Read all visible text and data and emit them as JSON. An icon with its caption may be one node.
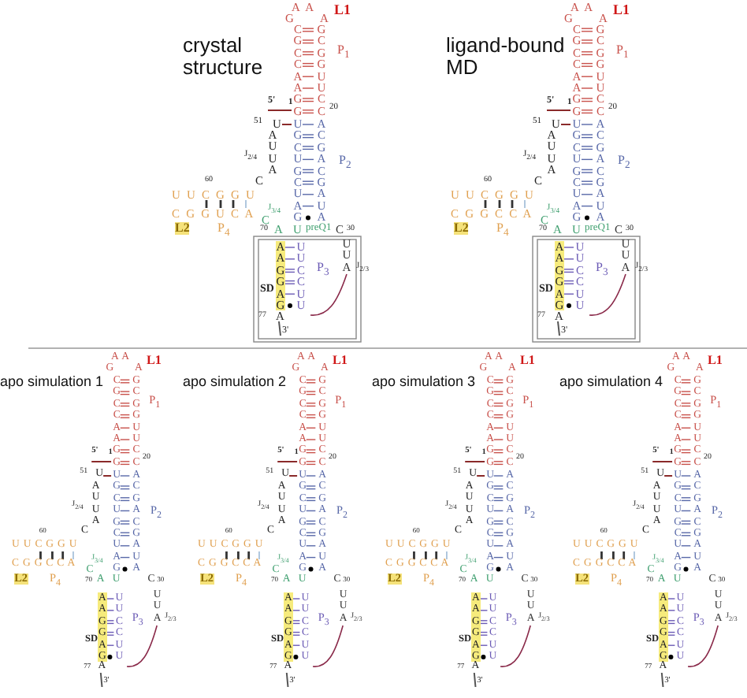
{
  "diagram": {
    "labels": [
      "crystal structure",
      "A A",
      "G",
      "A",
      "L1",
      "C G C C A A G G",
      "G C G G U U C C",
      "P$_{1}$",
      "5'",
      "1",
      "20",
      "51",
      "U",
      "A U U A",
      "C",
      "J$_{2/4}$",
      "U G C U G C U A G",
      "A C G A C G A U A",
      "P$_{2}$",
      "60",
      "U U C G G U",
      "C G G U C A",
      "L2",
      "P$_{4}$",
      "C",
      "J$_{3/4}$",
      "70",
      "A",
      "U",
      "C",
      "30",
      "U U A",
      "J$_{2/3}$",
      "A A G G A G",
      "U U C C U U",
      "P$_{3}$",
      "SD",
      "77",
      "A",
      "3'",
      "preQ1",
      "ligand-bound MD",
      "A A",
      "G",
      "A",
      "L1",
      "C G C C A A G G",
      "G C G G U U C C",
      "P$_{1}$",
      "5'",
      "1",
      "20",
      "51",
      "U",
      "A U U A",
      "C",
      "J$_{2/4}$",
      "U G C U G C U A G",
      "A C G A C G A U A",
      "P$_{2}$",
      "60",
      "U U C G G U",
      "C G G C C A",
      "L2",
      "P$_{4}$",
      "C",
      "J$_{3/4}$",
      "70",
      "A",
      "U",
      "C",
      "30",
      "U U A",
      "J$_{2/3}$",
      "A A G G A G",
      "U U C C U U",
      "P$_{3}$",
      "SD",
      "77",
      "A",
      "3'",
      "preQ1",
      "apo simulation 1",
      "A A",
      "G",
      "A",
      "L1",
      "C G C C A A G G",
      "G C G G U U C C",
      "P$_{1}$",
      "5'",
      "1",
      "20",
      "51",
      "U",
      "A U U A",
      "C",
      "J$_{2/4}$",
      "U G C U G C U A G",
      "A C G A C G A U A",
      "P$_{2}$",
      "60",
      "U U C G G U",
      "C G G C C A",
      "L2",
      "P$_{4}$",
      "C",
      "J$_{3/4}$",
      "70",
      "A",
      "U",
      "C",
      "30",
      "U U A",
      "J$_{2/3}$",
      "A A G G A G",
      "U U C C U U",
      "P$_{3}$",
      "SD",
      "77",
      "A",
      "3'",
      "apo simulation 2",
      "A A",
      "G",
      "A",
      "L1",
      "C G C C A A G G",
      "G C G G U U C C",
      "P$_{1}$",
      "5'",
      "1",
      "20",
      "51",
      "U",
      "A U U A",
      "C",
      "J$_{2/4}$",
      "U G C U G C U A G",
      "A C G A C G A U A",
      "P$_{2}$",
      "60",
      "U U C G G U",
      "C G G C C A",
      "L2",
      "P$_{4}$",
      "C",
      "J$_{3/4}$",
      "70",
      "A",
      "U",
      "C",
      "30",
      "U U A",
      "J$_{2/3}$",
      "A A G G A G",
      "U U C C U U",
      "P$_{3}$",
      "SD",
      "77",
      "A",
      "3'",
      "apo simulation 3",
      "A A",
      "G",
      "A",
      "L1",
      "C G C C A A G G",
      "G C G G U U C C",
      "P$_{1}$",
      "5'",
      "1",
      "20",
      "51",
      "U",
      "A U U A",
      "C",
      "J$_{2/4}$",
      "U G C U G C U A G",
      "A C G A C G A U A",
      "P$_{2}$",
      "60",
      "U U C G G U",
      "C G G C C A",
      "L2",
      "P$_{4}$",
      "C",
      "J$_{3/4}$",
      "70",
      "A",
      "U",
      "C",
      "30",
      "U U A",
      "J$_{2/3}$",
      "A A G G A G",
      "U U C C U U",
      "P$_{3}$",
      "SD",
      "77",
      "A",
      "3'",
      "apo simulation 4",
      "A A",
      "G",
      "A",
      "L1",
      "C G C C A A G G",
      "G C G G U U C C",
      "P$_{1}$",
      "5'",
      "1",
      "20",
      "51",
      "U",
      "A U U A",
      "C",
      "J$_{2/4}$",
      "U G C U G C U A G",
      "A C G A C G A U A",
      "P$_{2}$",
      "60",
      "U U C G G U",
      "C G G C C A",
      "L2",
      "P$_{4}$",
      "C",
      "J$_{3/4}$",
      "70",
      "A",
      "U",
      "C",
      "30",
      "U U A",
      "J$_{2/3}$",
      "A A G G A G",
      "U U C C U U",
      "P$_{3}$",
      "SD",
      "77",
      "A",
      "3'"
    ]
  }
}
